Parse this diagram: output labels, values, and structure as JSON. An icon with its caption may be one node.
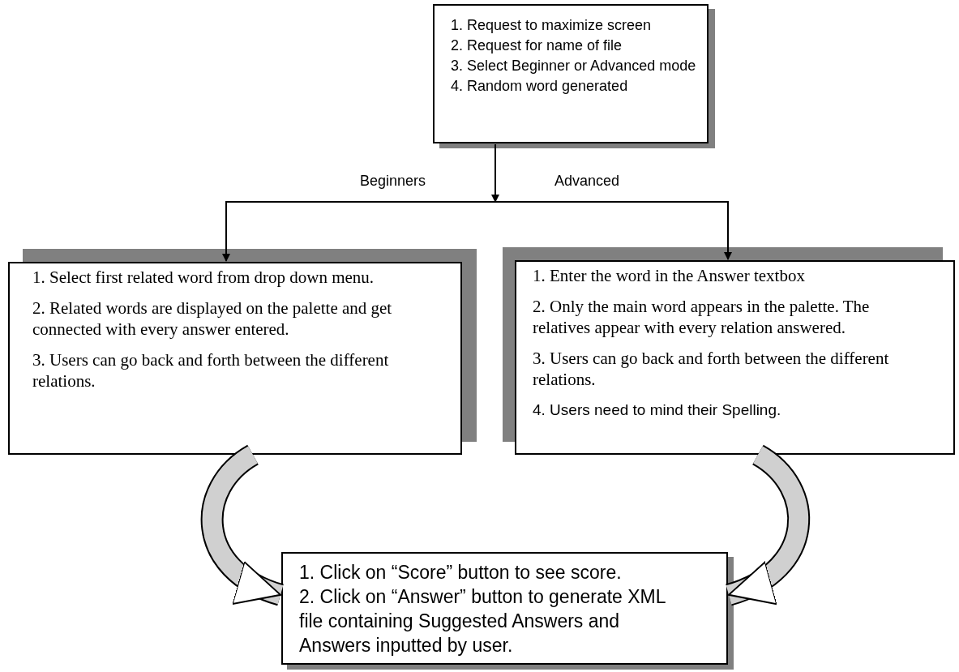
{
  "diagram": {
    "nodes": [
      {
        "text": [
          "1. Request to maximize screen",
          "2. Request for name of file",
          "3. Select Beginner or Advanced mode",
          "4. Random word generated"
        ]
      },
      {
        "text": [
          "1. Select first related word from drop down menu.",
          "2. Related words are displayed on the palette and get connected with every answer entered.",
          "3. Users can go back and forth between the different relations."
        ]
      },
      {
        "text": [
          "1. Enter the word in the Answer textbox",
          "2. Only the main word appears in the palette. The relatives appear with every relation answered.",
          "3. Users can go back and forth between the different relations.",
          "4. Users need to mind their Spelling."
        ]
      },
      {
        "text": [
          "1. Click on “Score” button to see score.",
          "2. Click on “Answer” button to generate XML file containing Suggested Answers and Answers inputted by user."
        ]
      }
    ],
    "edges": [
      {
        "from": 0,
        "to": 1,
        "arrow": "to",
        "label": "Beginners"
      },
      {
        "from": 0,
        "to": 2,
        "arrow": "to",
        "label": "Advanced"
      },
      {
        "from": 1,
        "to": 3,
        "arrow": "to",
        "style": "thick",
        "color": "#d0d0d0"
      },
      {
        "from": 2,
        "to": 3,
        "arrow": "to",
        "style": "thick",
        "color": "#d0d0d0"
      }
    ]
  }
}
